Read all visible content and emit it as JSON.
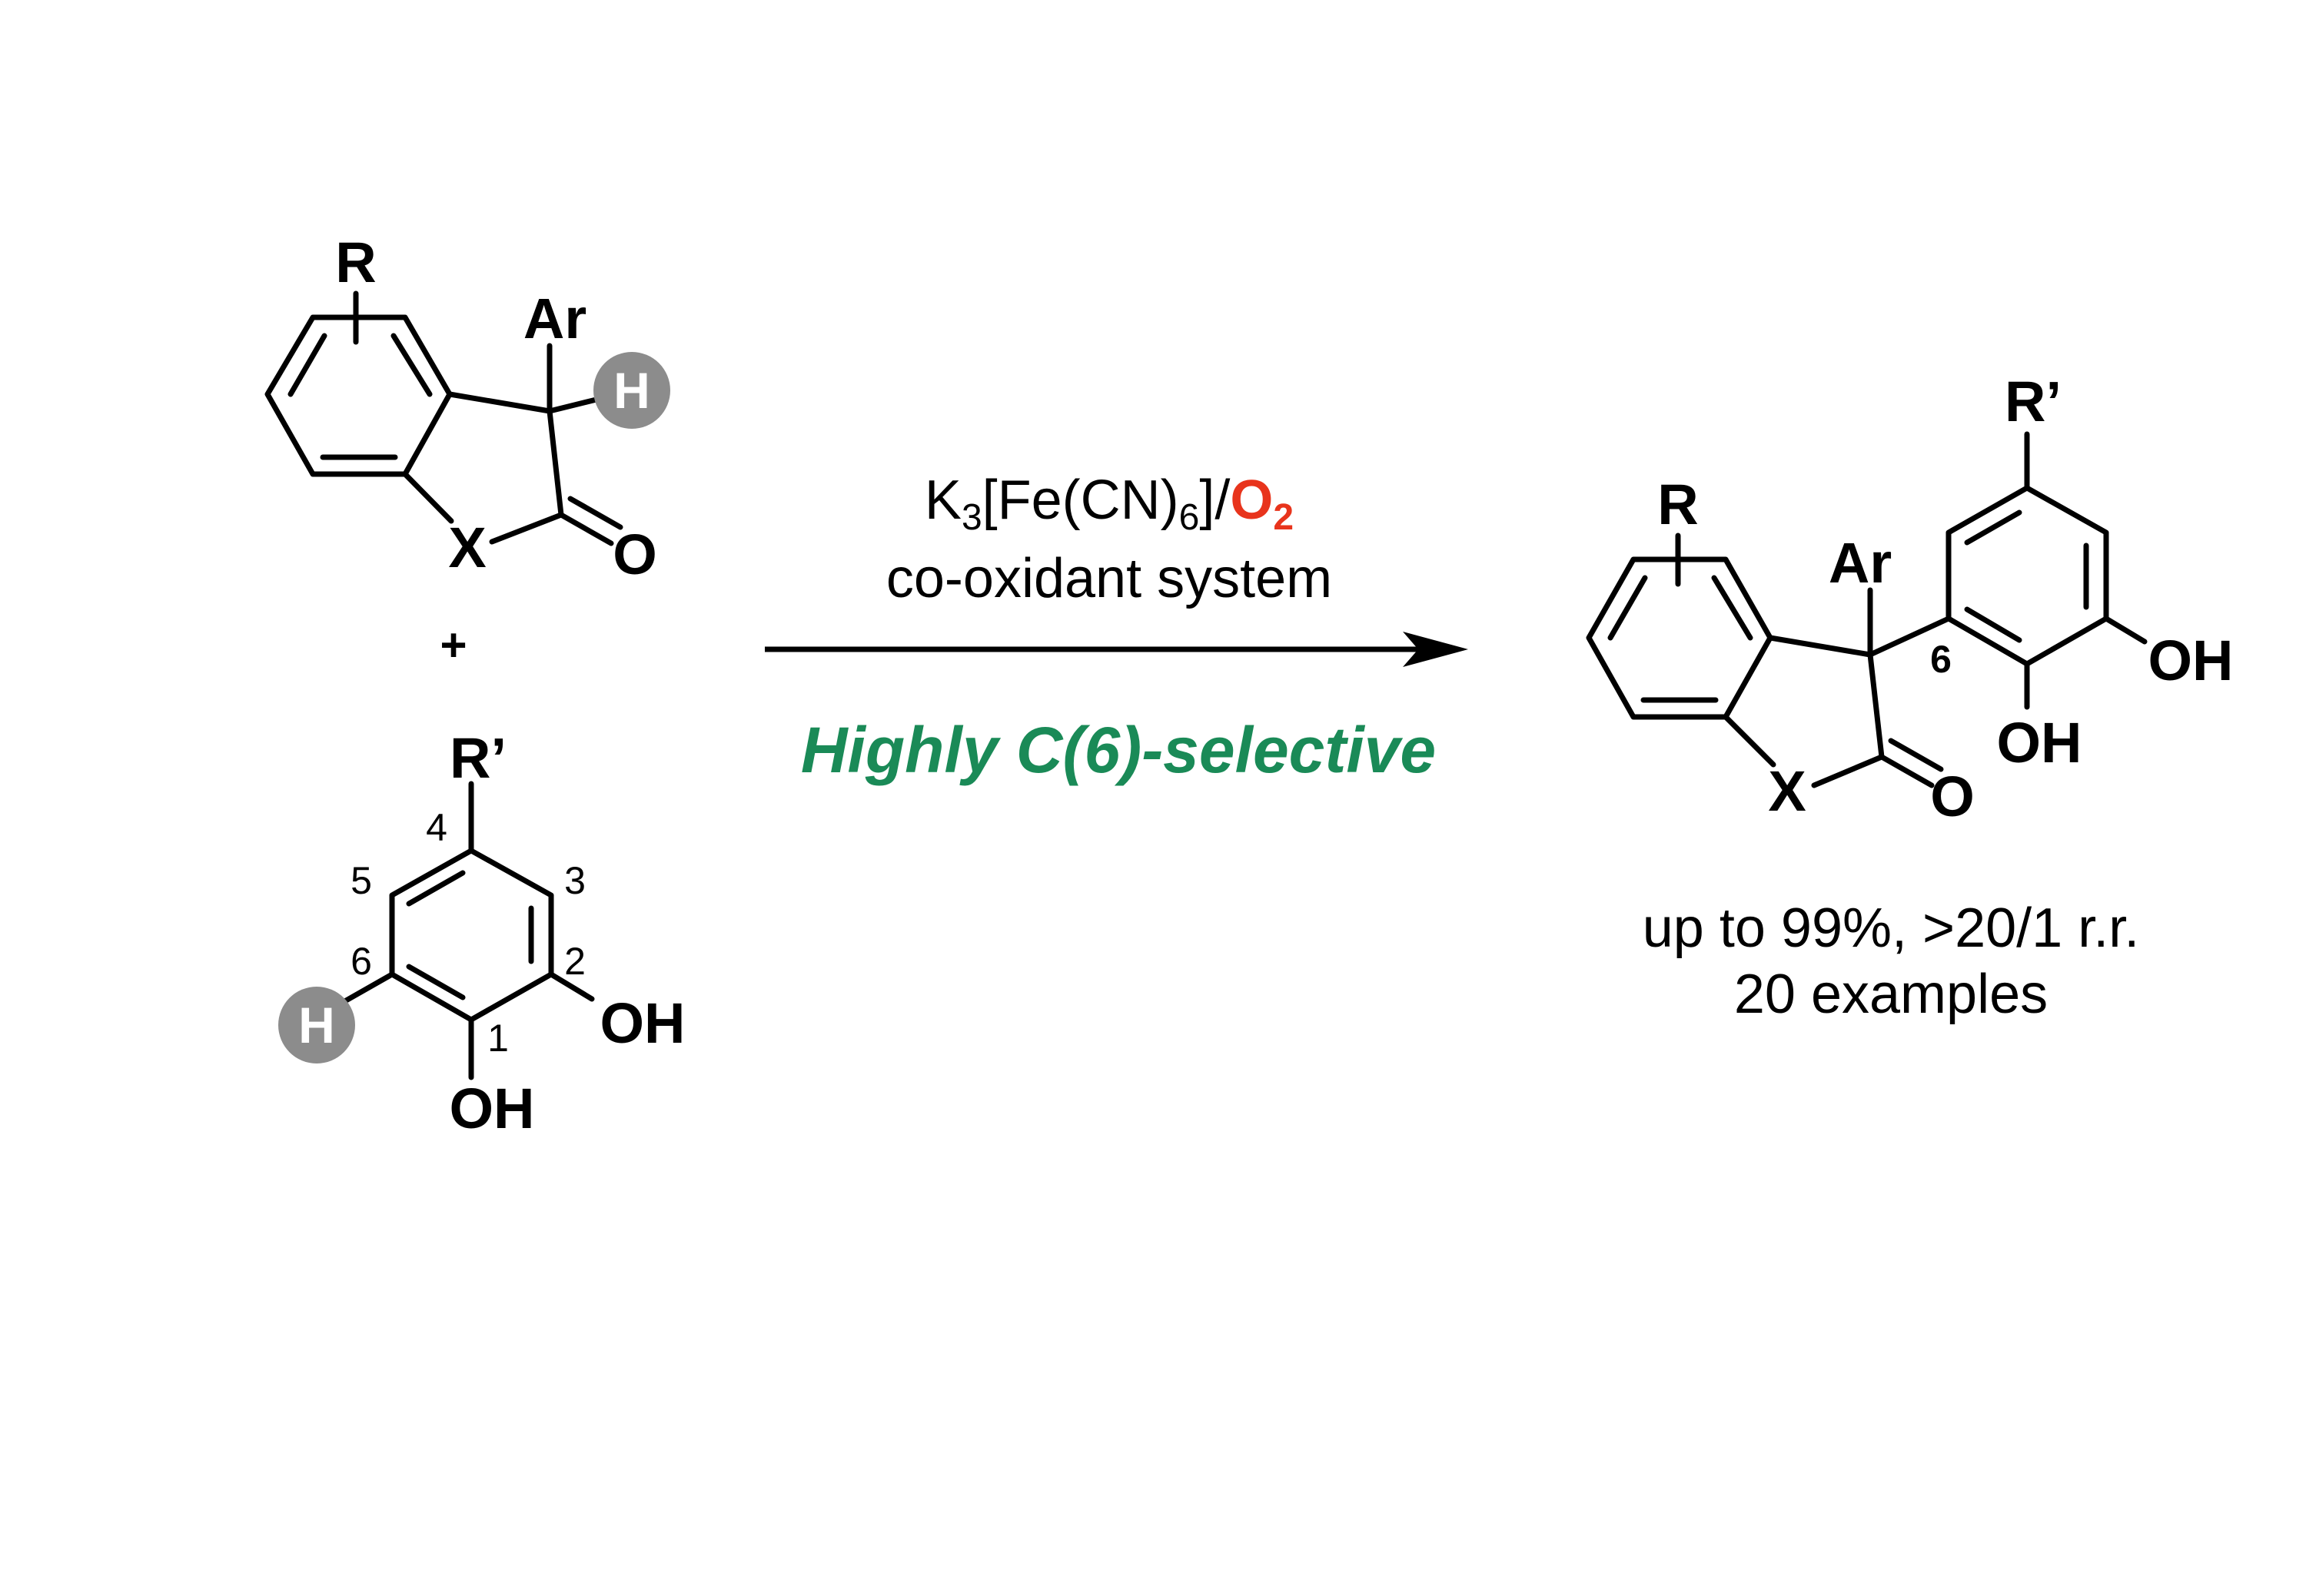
{
  "colors": {
    "highlight_green": "#1a8a57",
    "oxygen_red": "#e8341c",
    "h_circle_gray": "#8c8c8c",
    "ink": "#000000"
  },
  "reactant1": {
    "substituent_r": "R",
    "aryl": "Ar",
    "hydrogen": "H",
    "heteroatom_x": "X",
    "carbonyl_o": "O"
  },
  "plus_sign": "+",
  "reactant2": {
    "substituent_r_prime": "R’",
    "hydrogen": "H",
    "oh_c2": "OH",
    "oh_c1": "OH",
    "position_labels": {
      "p1": "1",
      "p2": "2",
      "p3": "3",
      "p4": "4",
      "p5": "5",
      "p6": "6"
    }
  },
  "conditions": {
    "reagent_k": "K",
    "reagent_sub3": "3",
    "reagent_fe": "[Fe(CN)",
    "reagent_sub6": "6",
    "reagent_slash": "]/",
    "reagent_o": "O",
    "reagent_o_sub": "2",
    "line2": "co-oxidant system",
    "selectivity": "Highly C(6)-selective"
  },
  "product": {
    "substituent_r": "R",
    "aryl": "Ar",
    "heteroatom_x": "X",
    "carbonyl_o": "O",
    "substituent_r_prime": "R’",
    "oh_right": "OH",
    "oh_bottom": "OH",
    "position_6": "6"
  },
  "results": {
    "line1": "up to 99%, >20/1 r.r.",
    "line2": "20 examples"
  }
}
